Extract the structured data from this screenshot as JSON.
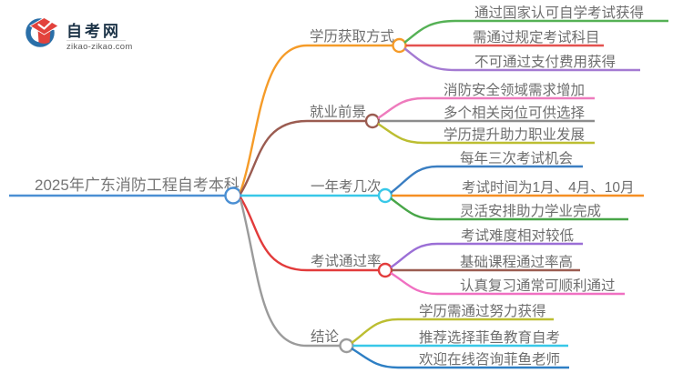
{
  "logo": {
    "title": "自考网",
    "domain": "zikao-zikao.com",
    "crescent_color": "#2a6fa8",
    "cap_color": "#e2423c"
  },
  "root": {
    "text": "2025年广东消防工程自考本科",
    "color": "#4a8fd3"
  },
  "branches": [
    {
      "label": "学历获取方式",
      "color": "#f59b28",
      "children": [
        {
          "label": "通过国家认可自学考试获得",
          "color": "#55b155"
        },
        {
          "label": "需通过规定考试科目",
          "color": "#e4514f"
        },
        {
          "label": "不可通过支付费用获得",
          "color": "#a47ad2"
        }
      ]
    },
    {
      "label": "就业前景",
      "color": "#9b5c51",
      "children": [
        {
          "label": "消防安全领域需求增加",
          "color": "#ee7bbd"
        },
        {
          "label": "多个相关岗位可供选择",
          "color": "#8c8c8c"
        },
        {
          "label": "学历提升助力职业发展",
          "color": "#bcbe31"
        }
      ]
    },
    {
      "label": "一年考几次",
      "color": "#38c8e8",
      "children": [
        {
          "label": "每年三次考试机会",
          "color": "#3a7ec2"
        },
        {
          "label": "考试时间为1月、4月、10月",
          "color": "#f68f23"
        },
        {
          "label": "灵活安排助力学业完成",
          "color": "#48a648"
        }
      ]
    },
    {
      "label": "考试通过率",
      "color": "#e23b3b",
      "children": [
        {
          "label": "考试难度相对较低",
          "color": "#9b6fd6"
        },
        {
          "label": "基础课程通过率高",
          "color": "#9b5c51"
        },
        {
          "label": "认真复习通常可顺利通过",
          "color": "#f070c2"
        }
      ]
    },
    {
      "label": "结论",
      "color": "#9b9b9b",
      "children": [
        {
          "label": "学历需通过努力获得",
          "color": "#bcbe31"
        },
        {
          "label": "推荐选择菲鱼教育自考",
          "color": "#38c8e8"
        },
        {
          "label": "欢迎在线咨询菲鱼老师",
          "color": "#2e7fc4"
        }
      ]
    }
  ]
}
